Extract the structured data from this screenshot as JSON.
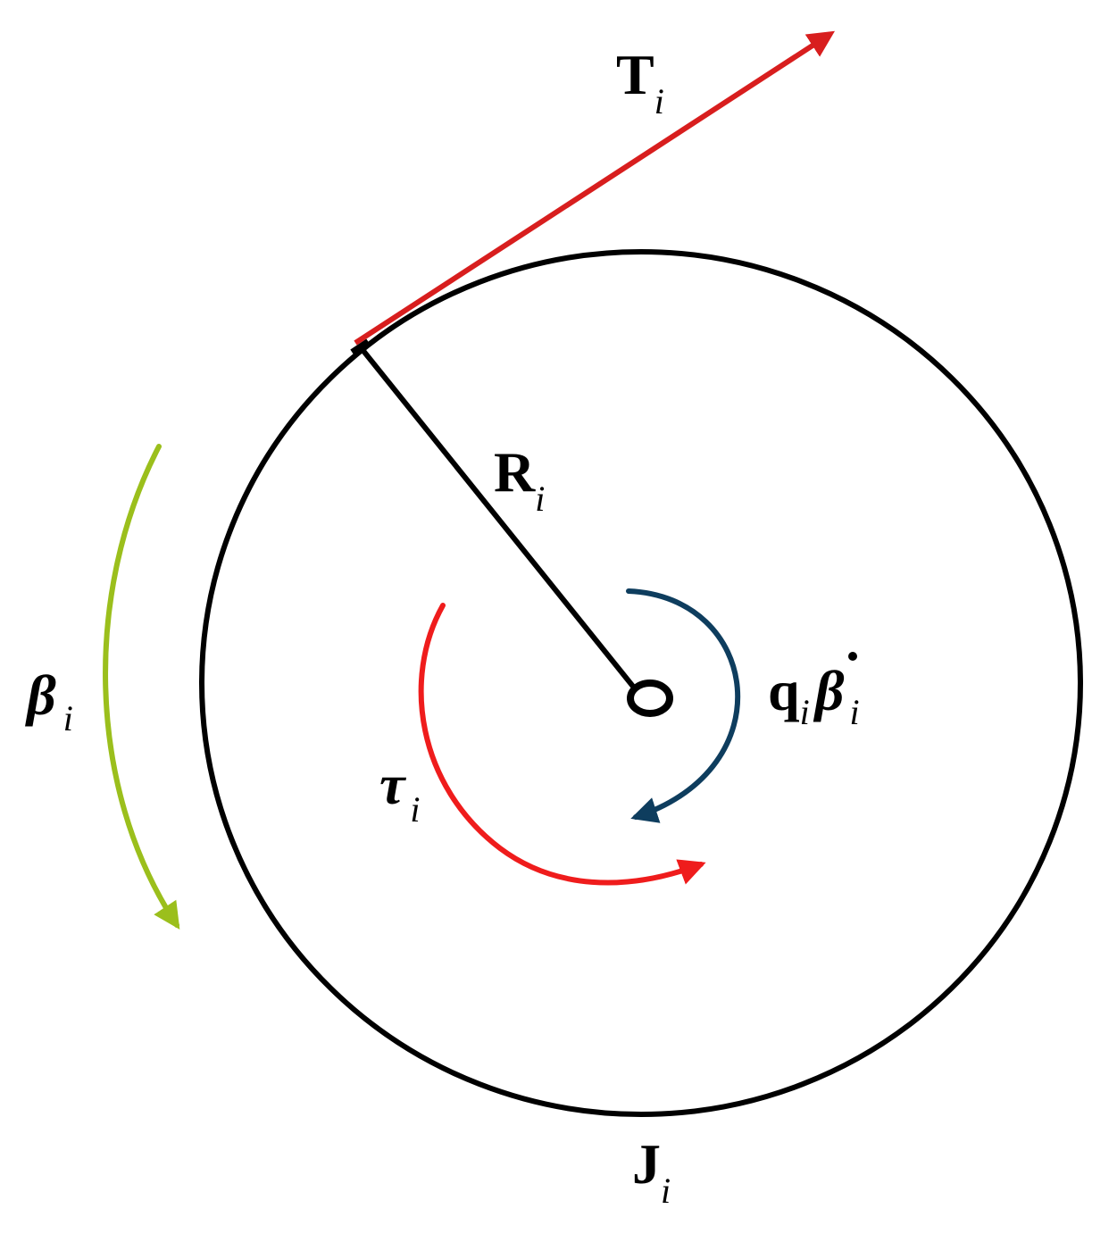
{
  "colors": {
    "wheel": "#000000",
    "tension": "#d81e1e",
    "torque": "#ef1c1c",
    "damping": "#0e3d5e",
    "angle": "#9bbf1c"
  },
  "labels": {
    "tension": {
      "main": "T",
      "sub": "i"
    },
    "radius": {
      "main": "R",
      "sub": "i"
    },
    "angle": {
      "main": "β",
      "sub": "i"
    },
    "torque": {
      "main": "τ",
      "sub": "i"
    },
    "damping": {
      "main": "q",
      "sub1": "i",
      "main2": "β",
      "sub2": "i"
    },
    "inertia": {
      "main": "J",
      "sub": "i"
    }
  }
}
